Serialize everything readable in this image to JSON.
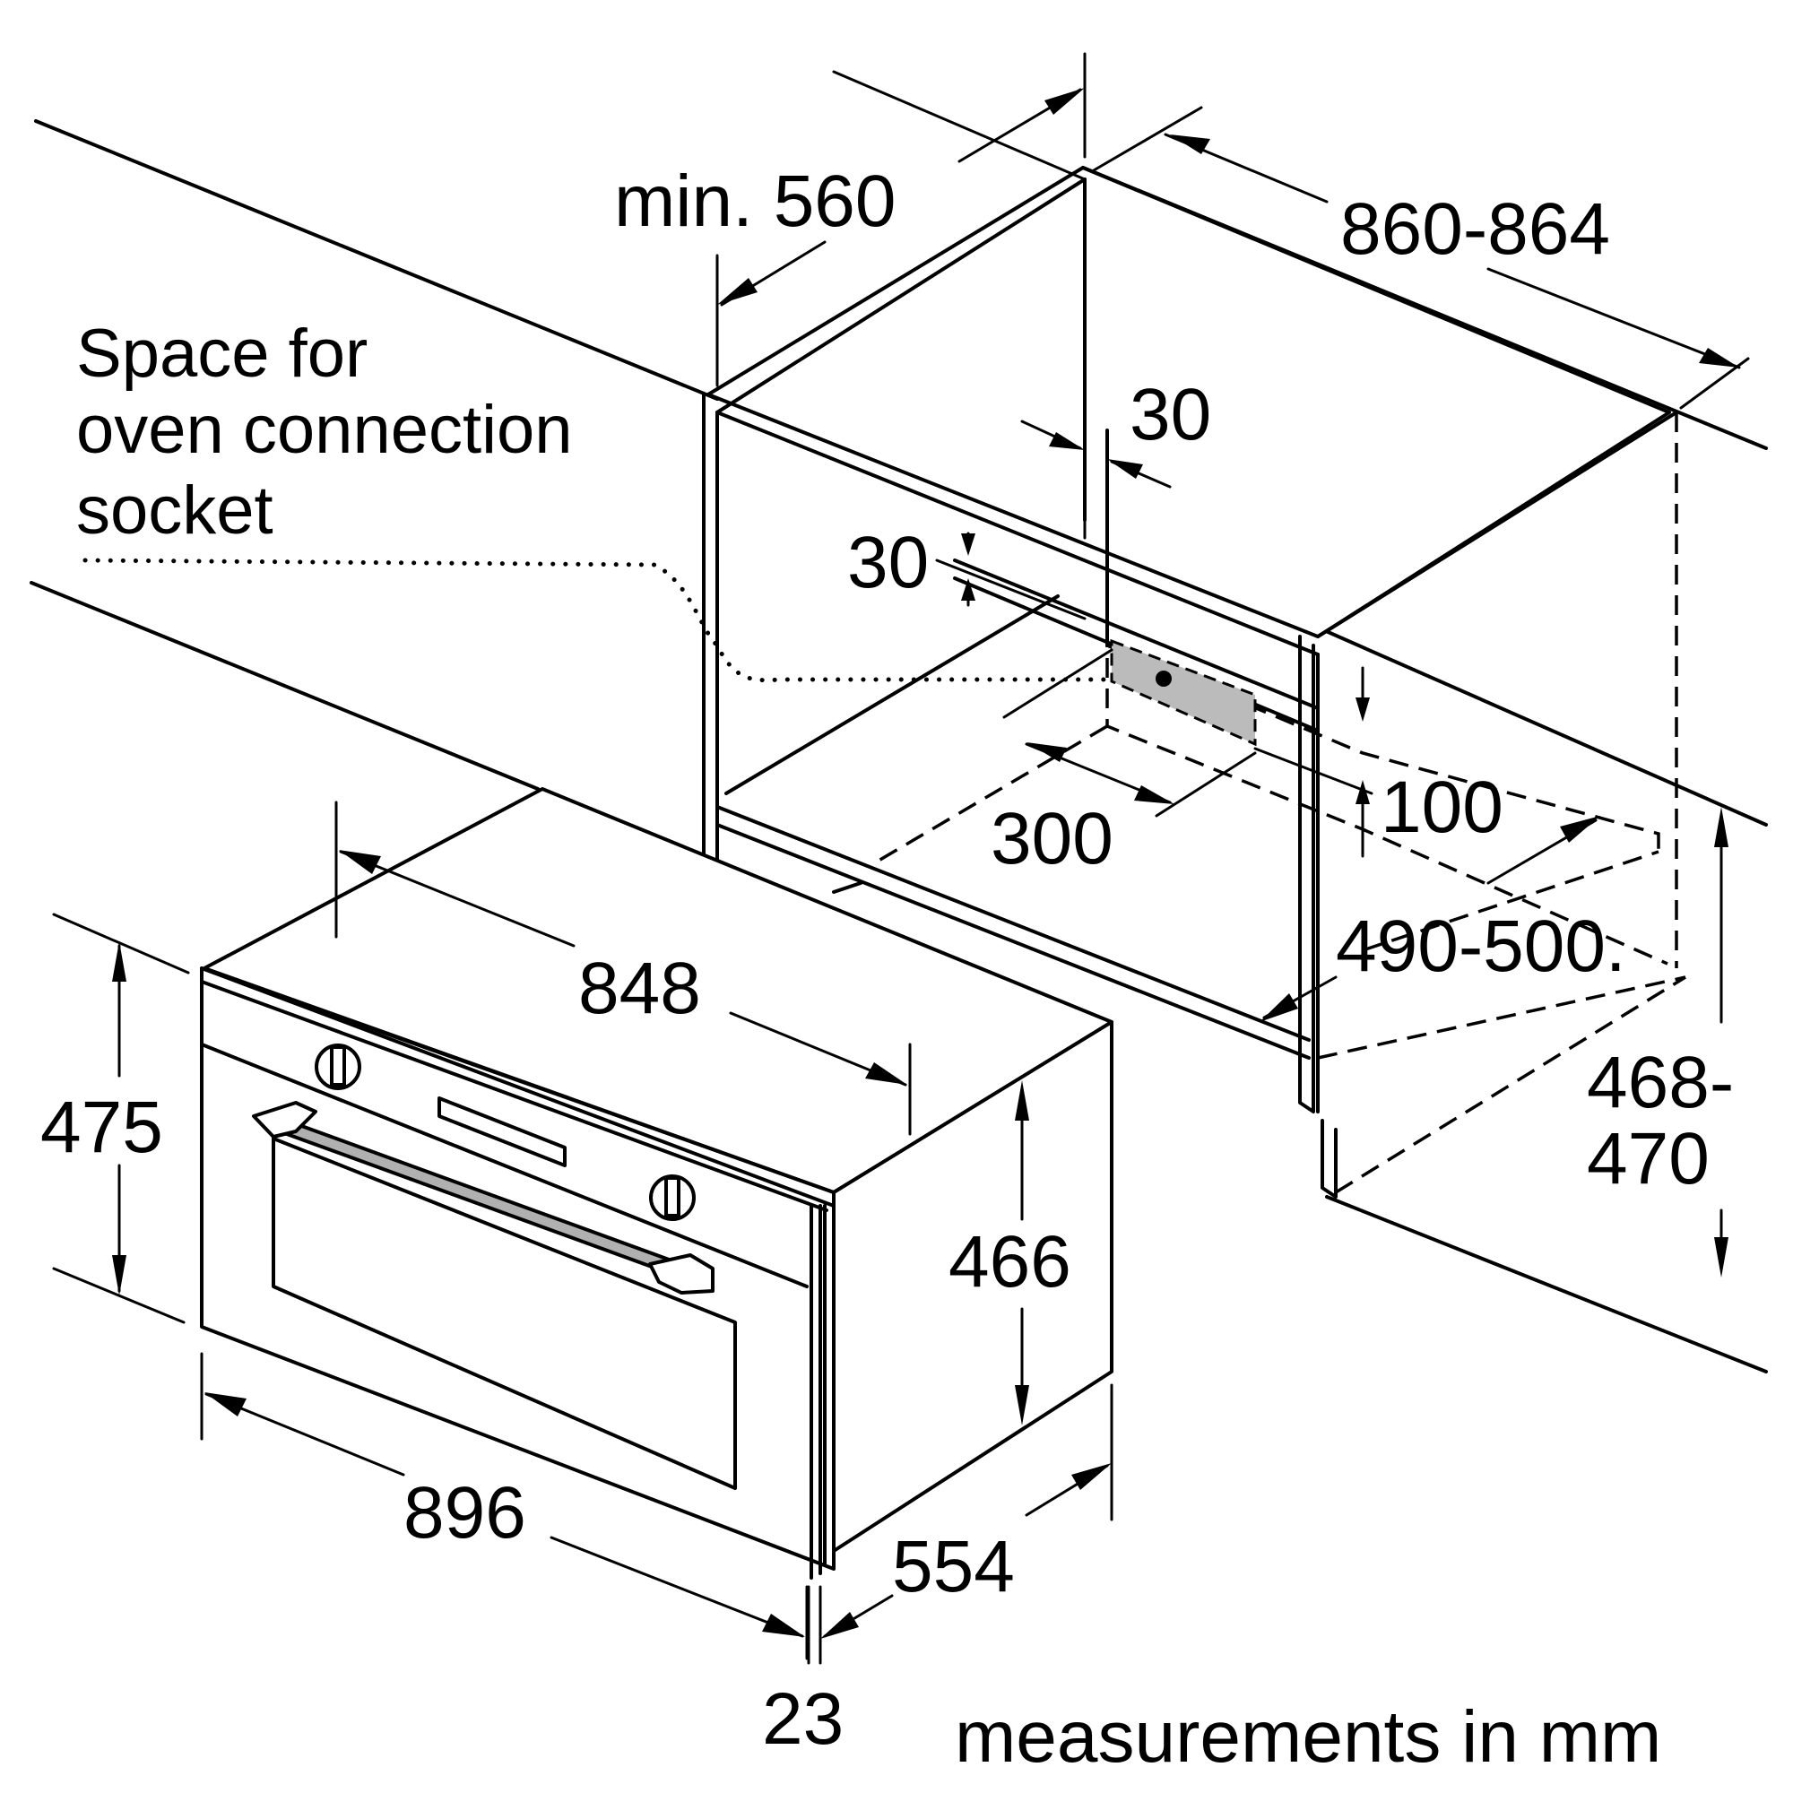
{
  "labels": {
    "min_depth": "min. 560",
    "niche_width": "860-864",
    "socket_note_line1": "Space for",
    "socket_note_line2": "oven connection",
    "socket_note_line3": "socket",
    "offset_30_top": "30",
    "offset_30_side": "30",
    "offset_100": "100",
    "width_300": "300",
    "depth_490_500": "490-500.",
    "niche_height_1": "468-",
    "niche_height_2": "470",
    "oven_top_848": "848",
    "oven_height_475": "475",
    "oven_body_466": "466",
    "oven_width_896": "896",
    "oven_depth_554": "554",
    "front_23": "23",
    "units_note": "measurements in mm"
  },
  "colors": {
    "line": "#000000",
    "socket_fill": "#bbbbbb",
    "handle_fill": "#b0b0b0",
    "background": "#ffffff"
  }
}
